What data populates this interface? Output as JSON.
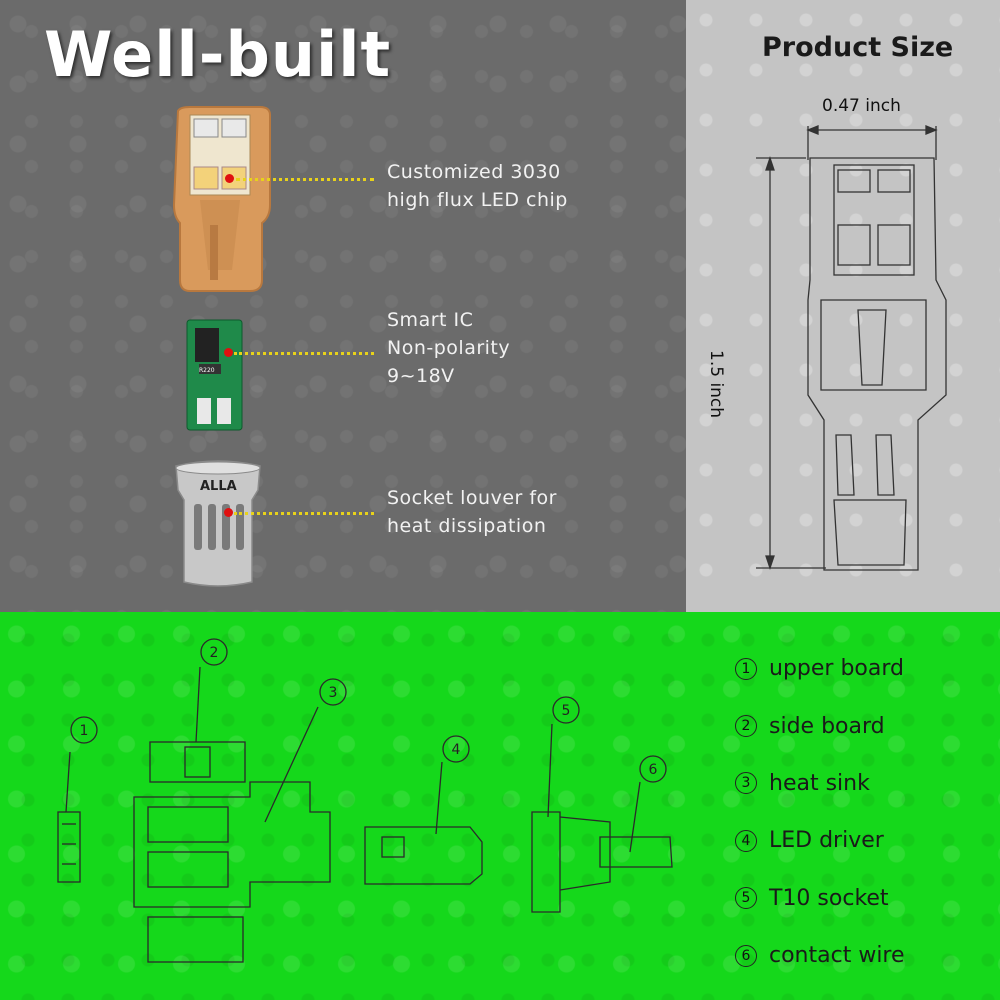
{
  "header": {
    "title": "Well-built",
    "size_title": "Product Size"
  },
  "features": [
    {
      "lines": [
        "Customized 3030",
        "high flux LED chip"
      ]
    },
    {
      "lines": [
        "Smart IC",
        "Non-polarity",
        "9~18V"
      ]
    },
    {
      "lines": [
        "Socket louver for",
        "heat dissipation"
      ]
    }
  ],
  "socket_brand": "ALLA",
  "chip_label": "R220",
  "dimensions": {
    "width": "0.47 inch",
    "height": "1.5 inch"
  },
  "parts": [
    {
      "number": "1",
      "label": "upper board"
    },
    {
      "number": "2",
      "label": "side board"
    },
    {
      "number": "3",
      "label": "heat sink"
    },
    {
      "number": "4",
      "label": "LED driver"
    },
    {
      "number": "5",
      "label": "T10 socket"
    },
    {
      "number": "6",
      "label": "contact wire"
    }
  ],
  "colors": {
    "top_bg": "#6b6b6b",
    "size_bg": "#c4c4c4",
    "bottom_bg": "#15d81b",
    "accent_dots": "#e8d21a",
    "marker": "#e01010",
    "heatsink": "#d99a5c",
    "pcb": "#1f8a4a"
  }
}
